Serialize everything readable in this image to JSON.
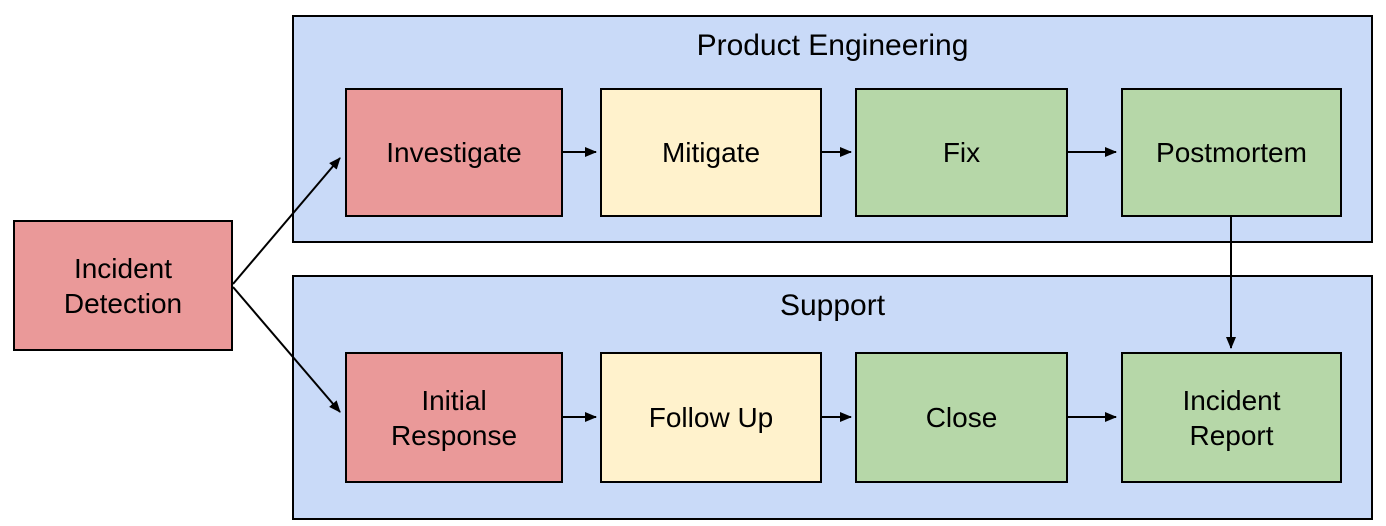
{
  "diagram": {
    "type": "flowchart",
    "colors": {
      "red": "#ea9999",
      "yellow": "#fff2cc",
      "green": "#b6d7a8",
      "lane_blue": "#c9daf8",
      "border": "#000000",
      "arrow": "#000000",
      "background": "#ffffff"
    },
    "start_node": {
      "label": "Incident\nDetection",
      "color_key": "red"
    },
    "lanes": [
      {
        "title": "Product Engineering",
        "nodes": [
          {
            "label": "Investigate",
            "color_key": "red"
          },
          {
            "label": "Mitigate",
            "color_key": "yellow"
          },
          {
            "label": "Fix",
            "color_key": "green"
          },
          {
            "label": "Postmortem",
            "color_key": "green"
          }
        ]
      },
      {
        "title": "Support",
        "nodes": [
          {
            "label": "Initial\nResponse",
            "color_key": "red"
          },
          {
            "label": "Follow Up",
            "color_key": "yellow"
          },
          {
            "label": "Close",
            "color_key": "green"
          },
          {
            "label": "Incident\nReport",
            "color_key": "green"
          }
        ]
      }
    ],
    "edges": [
      {
        "from": "Incident Detection",
        "to": "Investigate"
      },
      {
        "from": "Incident Detection",
        "to": "Initial Response"
      },
      {
        "from": "Investigate",
        "to": "Mitigate"
      },
      {
        "from": "Mitigate",
        "to": "Fix"
      },
      {
        "from": "Fix",
        "to": "Postmortem"
      },
      {
        "from": "Postmortem",
        "to": "Incident Report"
      },
      {
        "from": "Initial Response",
        "to": "Follow Up"
      },
      {
        "from": "Follow Up",
        "to": "Close"
      },
      {
        "from": "Close",
        "to": "Incident Report"
      }
    ]
  }
}
